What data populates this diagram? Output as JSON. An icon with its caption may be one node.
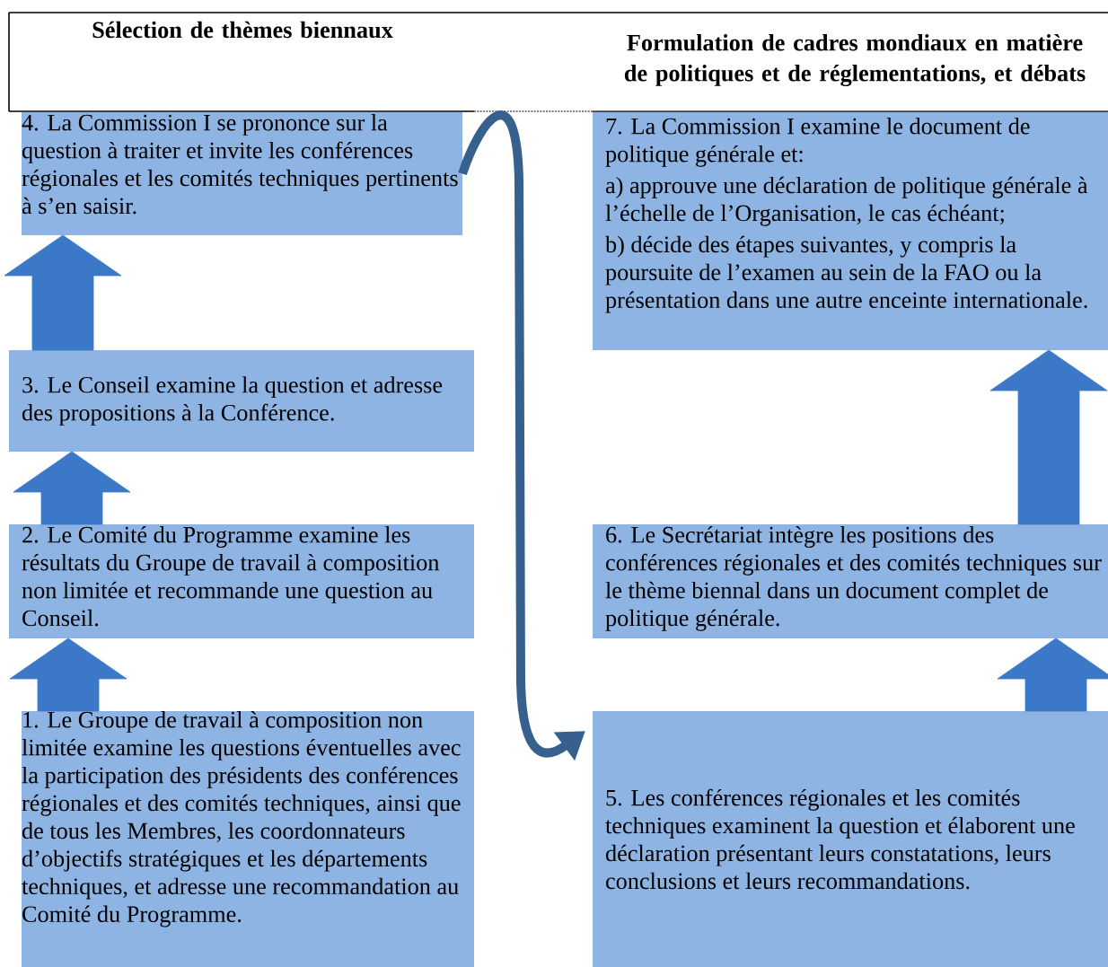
{
  "diagram": {
    "nodes": [
      {
        "text": [
          "4. La Commission I se prononce sur la question à traiter et invite les conférences régionales et les comités techniques pertinents à s’en saisir."
        ]
      },
      {
        "text": [
          "3. Le Conseil examine la question et adresse des propositions à la Conférence."
        ]
      },
      {
        "text": [
          "2. Le Comité du Programme examine les résultats du Groupe de travail à composition non limitée et recommande une question au Conseil."
        ]
      },
      {
        "text": [
          "1. Le Groupe de travail à composition non limitée examine les questions éventuelles avec la participation des présidents des conférences régionales et des comités techniques, ainsi que de tous les Membres, les coordonnateurs d’objectifs stratégiques et les départements techniques, et adresse une recommandation au Comité du Programme."
        ]
      },
      {
        "text": [
          "7. La Commission I examine le document de politique générale et:",
          "a) approuve une déclaration de politique générale à l’échelle de l’Organisation, le cas échéant;",
          "b) décide des étapes suivantes, y compris la poursuite de l’examen au sein de la FAO ou la présentation dans une autre enceinte internationale."
        ]
      },
      {
        "text": [
          "6. Le Secrétariat intègre les positions des conférences régionales et des comités techniques sur le thème biennal dans un document complet de politique générale."
        ]
      },
      {
        "text": [
          "5. Les conférences régionales et les comités techniques examinent la question et élaborent une déclaration présentant leurs constatations, leurs conclusions et leurs recommandations."
        ]
      }
    ],
    "edges": [
      {
        "from": 3,
        "to": 2,
        "arrow": "to"
      },
      {
        "from": 2,
        "to": 1,
        "arrow": "to"
      },
      {
        "from": 1,
        "to": 0,
        "arrow": "to"
      },
      {
        "from": 0,
        "to": 6,
        "arrow": "to",
        "color": "#36618f"
      },
      {
        "from": 6,
        "to": 5,
        "arrow": "to"
      },
      {
        "from": 5,
        "to": 4,
        "arrow": "to"
      }
    ],
    "labels": [
      "Sélection de thèmes biennaux",
      "Formulation de cadres mondiaux en matière de politiques et de réglementations, et débats"
    ]
  }
}
